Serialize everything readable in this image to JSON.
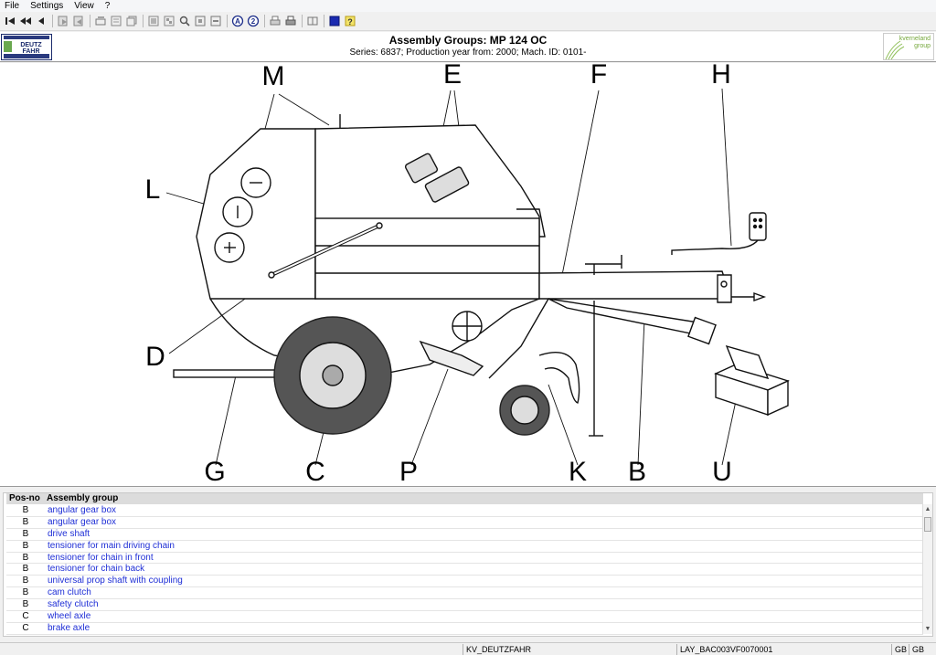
{
  "menu": [
    "File",
    "Settings",
    "View",
    "?"
  ],
  "toolbar": {
    "groups": [
      [
        "first-record-icon",
        "rewind-icon",
        "previous-icon"
      ],
      [
        "open-document-icon",
        "close-document-icon"
      ],
      [
        "edit-icon",
        "note-icon",
        "copy-icon"
      ],
      [
        "list-icon",
        "tree-icon",
        "zoom-icon",
        "fit-page-icon",
        "fit-width-icon"
      ],
      [
        "search-a-icon",
        "search-2-icon"
      ],
      [
        "print-preview-icon",
        "print-icon"
      ],
      [
        "book-icon"
      ],
      [
        "window-icon",
        "help-icon"
      ]
    ]
  },
  "header": {
    "title": "Assembly Groups: MP 124 OC",
    "subtitle": "Series: 6837; Production year from: 2000; Mach. ID: 0101-",
    "left_logo_text": "DEUTZ FAHR",
    "right_logo_text": "kverneland group"
  },
  "drawing": {
    "callouts": [
      "M",
      "E",
      "F",
      "H",
      "L",
      "D",
      "G",
      "C",
      "P",
      "K",
      "B",
      "U"
    ]
  },
  "table": {
    "columns": [
      "Pos-no",
      "Assembly group"
    ],
    "rows": [
      {
        "pos": "B",
        "group": "angular gear box"
      },
      {
        "pos": "B",
        "group": "angular gear box"
      },
      {
        "pos": "B",
        "group": "drive shaft"
      },
      {
        "pos": "B",
        "group": "tensioner for main driving chain"
      },
      {
        "pos": "B",
        "group": "tensioner for chain in front"
      },
      {
        "pos": "B",
        "group": "tensioner for chain back"
      },
      {
        "pos": "B",
        "group": "universal prop shaft with coupling"
      },
      {
        "pos": "B",
        "group": "cam clutch"
      },
      {
        "pos": "B",
        "group": "safety clutch"
      },
      {
        "pos": "C",
        "group": "wheel axle"
      },
      {
        "pos": "C",
        "group": "brake axle"
      }
    ]
  },
  "status": {
    "center": "KV_DEUTZFAHR",
    "right": "LAY_BAC003VF0070001",
    "lang1": "GB",
    "lang2": "GB"
  },
  "colors": {
    "link": "#1f2fd6",
    "brand_blue": "#1a2a6c",
    "brand_green": "#76a83c"
  }
}
